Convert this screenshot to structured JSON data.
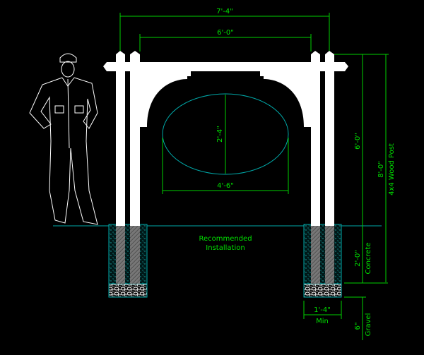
{
  "dimensions": {
    "overall_width": "7'-4\"",
    "inner_width": "6'-0\"",
    "oval_height": "2'-4\"",
    "oval_width": "4'-6\"",
    "post_height_above_grade": "6'-0\"",
    "post_total_length": "8'-0\"",
    "post_label": "4x4 Wood Post",
    "concrete_depth": "2'-0\"",
    "concrete_label": "Concrete",
    "gravel_depth": "6\"",
    "gravel_label": "Gravel",
    "footing_width": "1'-4\"",
    "footing_width_note": "Min"
  },
  "notes": {
    "line1": "Recommended",
    "line2": "Installation"
  },
  "colors": {
    "dimension": "#00d000",
    "ground": "#00a8a8",
    "wood": "#ffffff",
    "background": "#000000"
  }
}
